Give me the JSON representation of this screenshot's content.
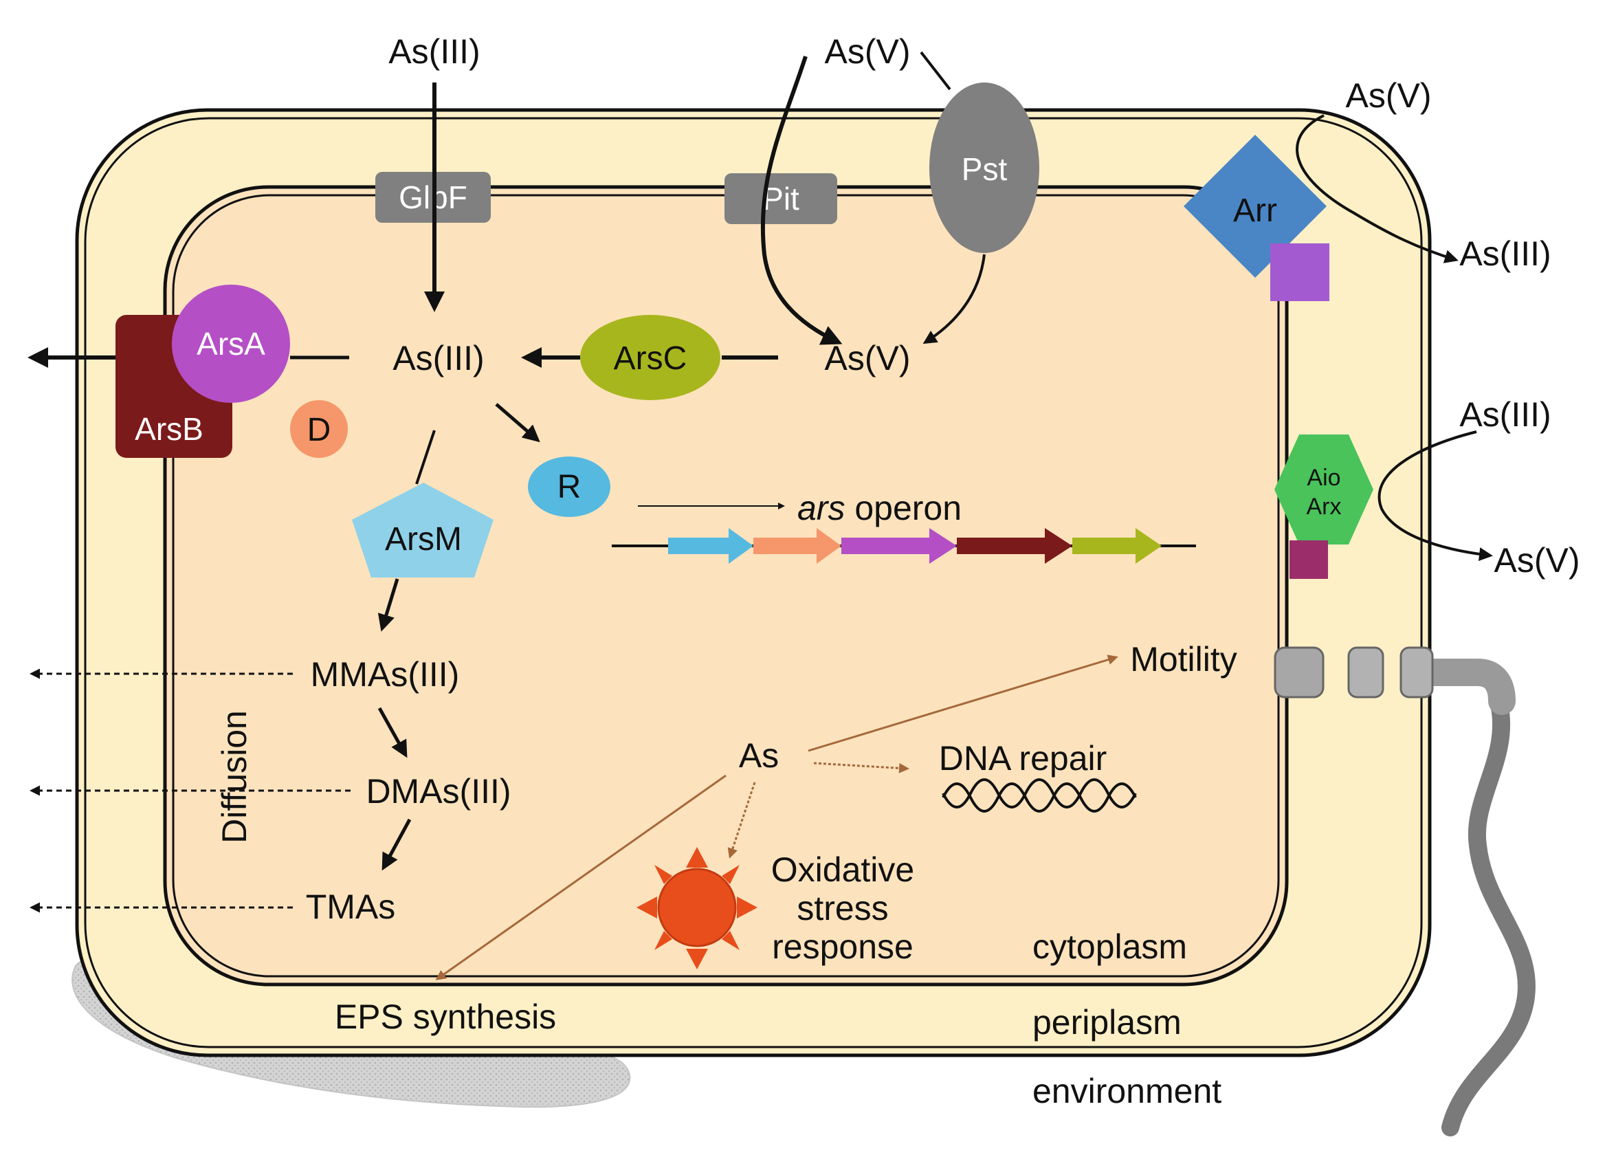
{
  "diagram": {
    "compartments": {
      "cytoplasm": "cytoplasm",
      "periplasm": "periplasm",
      "environment": "environment"
    },
    "external_labels": {
      "as3_top": "As(III)",
      "as5_top": "As(V)",
      "as5_arr_in": "As(V)",
      "as3_arr_out": "As(III)",
      "as3_aio_in": "As(III)",
      "as5_aio_out": "As(V)"
    },
    "internal_labels": {
      "as3_center": "As(III)",
      "as5_center": "As(V)",
      "mmas": "MMAs(III)",
      "dmas": "DMAs(III)",
      "tmas": "TMAs",
      "as_hub": "As",
      "diffusion": "Diffusion",
      "motility": "Motility",
      "dna_repair": "DNA repair",
      "oxidative_1": "Oxidative",
      "oxidative_2": "stress",
      "oxidative_3": "response",
      "eps": "EPS synthesis",
      "ars_operon_italic": "ars",
      "ars_operon_rest": " operon"
    },
    "proteins": {
      "glpf": "GlpF",
      "pit": "Pit",
      "pst": "Pst",
      "arr": "Arr",
      "arsa": "ArsA",
      "arsb": "ArsB",
      "arsc": "ArsC",
      "arsd": "D",
      "arsr": "R",
      "arsm": "ArsM",
      "aio_1": "Aio",
      "aio_2": "Arx"
    },
    "colors": {
      "periplasm_fill": "#fdf0c6",
      "cytoplasm_fill": "#fce3bd",
      "transporter_gray": "#808080",
      "arr_blue": "#4a86c5",
      "arsa_purple": "#b44fc6",
      "arsb_darkred": "#7b1a1a",
      "arsc_olive": "#a8b61e",
      "arsd_orange": "#f5976a",
      "arsr_cyan": "#56b9e0",
      "arsm_lightblue": "#8fd1e8",
      "aio_green": "#49c35a",
      "sun_orange": "#e84e1b",
      "effect_arrow_brown": "#a5683a",
      "operon_genes": [
        "#56b9e0",
        "#f5976a",
        "#b44fc6",
        "#7b1a1a",
        "#a8b61e"
      ]
    }
  }
}
